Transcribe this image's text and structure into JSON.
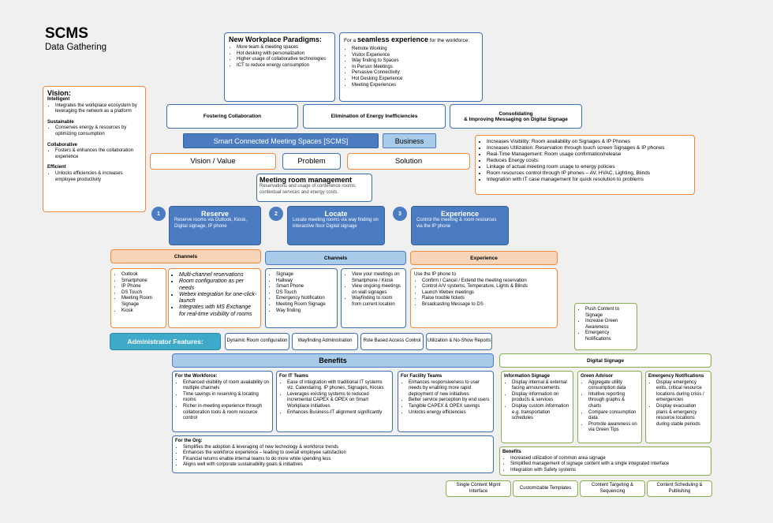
{
  "header": {
    "title": "SCMS",
    "subtitle": "Data Gathering"
  },
  "new_paradigms": {
    "title": "New Workplace Paradigms:",
    "items": [
      "More team & meeting spaces",
      "Hot desking with personalization",
      "Higher usage of collaborative technologies",
      "ICT to reduce energy consumption"
    ]
  },
  "seamless": {
    "prefix": "For a ",
    "emph": "seamless experience",
    "suffix": " for the workforce:",
    "items": [
      "Remote Working",
      "Visitor Experience",
      "Way finding to Spaces",
      "In Person Meetings",
      "Pervasive Connectivity",
      "Hot Desking Experience",
      "Meeting Experiences"
    ]
  },
  "vision": {
    "title": "Vision:",
    "sections": [
      {
        "title": "Intelligent",
        "items": [
          "Integrates the workplace ecosystem by leveraging the network as a platform"
        ]
      },
      {
        "title": "Sustainable",
        "items": [
          "Conserves energy & resources by optimizing consumption"
        ]
      },
      {
        "title": "Collaborative",
        "items": [
          "Fosters & enhances the collaboration experience"
        ]
      },
      {
        "title": "Efficient",
        "items": [
          "Unlocks efficiencies & increases employee productivity"
        ]
      }
    ]
  },
  "goals": {
    "fostering": "Fostering Collaboration",
    "elimination": "Elimination of Energy Inefficiencies",
    "consolidating_1": "Consolidating",
    "consolidating_2": "& Improving Messaging on Digital Signage"
  },
  "scms_bar": "Smart Connected Meeting Spaces [SCMS]",
  "business": "Business",
  "vision_value": "Vision / Value",
  "problem": "Problem",
  "solution": "Solution",
  "business_benefits": [
    "Increases Visibility:  Room availability on Signages & IP Phones",
    "Increases Utilization: Reservation through touch screen Signages & IP phones",
    "Real-Time Management:  Room usage confirmation/release",
    "Reduces Energy costs:",
    "Linkage of actual meeting room usage to energy policies",
    "Room resources control through IP phones – AV, HVAC, Lighting, Blinds",
    "Integration with IT case management for quick resolution to problems"
  ],
  "meeting_mgmt": {
    "title": "Meeting room management",
    "desc": "Reservations and usage of conference rooms, contextual services and energy costs."
  },
  "steps": [
    {
      "num": "1",
      "title": "Reserve",
      "desc": "Reserve rooms via Outlook, Kiosk, Digital signage, IP phone"
    },
    {
      "num": "2",
      "title": "Locate",
      "desc": "Locate meeting rooms via way finding on interactive floor Digital signage"
    },
    {
      "num": "3",
      "title": "Experience",
      "desc": "Control the meeting & room resources via the IP phone"
    }
  ],
  "col_headers": {
    "channels_1": "Channels",
    "channels_2": "Channels",
    "experience": "Experience"
  },
  "reserve_channels": [
    "Outlook",
    "Smartphone",
    "IP Phone",
    "DS Touch",
    "Meeting Room Signage",
    "Kiosk"
  ],
  "reserve_features": [
    "Multi-channel reservations",
    "Room configuration as per needs",
    "Webex integration for one-click-launch",
    "Integrates with MS Exchange for real-time visibility of rooms"
  ],
  "locate_channels": [
    "Signage",
    "Hallway",
    "Smart Phone",
    "DS Touch",
    "Emergency Notification",
    "Meeting Room Signage",
    "Way finding"
  ],
  "locate_features": [
    "View your meetings on Smartphone / Kiosk",
    "View ongoing meetings on wall signages",
    "Wayfinding to room from current location"
  ],
  "experience_box": {
    "intro": "Use the IP phone to",
    "items": [
      "Confirm / Cancel / Extend the meeting reservation",
      "Control A/V systems, Temperature, Lights & Blinds",
      "Launch Webex meetings",
      "Raise trouble tickets",
      "Broadcasting Message to DS"
    ]
  },
  "push_content": [
    "Push Content to Signage",
    "Increase Green Awareness",
    "Emergency Notifications"
  ],
  "admin": {
    "label": "Administrator Features:",
    "features": [
      "Dynamic Room configuration",
      "Wayfinding Administration",
      "Role Based Access Control",
      "Utilization & No-Show Reports"
    ]
  },
  "benefits": {
    "title": "Benefits",
    "workforce": {
      "title": "For the Workforce:",
      "items": [
        "Enhanced visibility of room availability on multiple channels",
        "Time savings in  reserving & locating rooms",
        "Richer in-meeting experience through collaboration tools & room resource control"
      ]
    },
    "it": {
      "title": "For IT Teams",
      "items": [
        "Ease of integration with traditional IT systems viz. Calendaring, IP phones, Signages, Kiosks",
        "Leverages existing systems to reduced incremental CAPEX & OPEX on Smart Workplace initiatives",
        "Enhances Business-IT alignment significantly"
      ]
    },
    "facility": {
      "title": "For Facility Teams",
      "items": [
        "Enhances responsiveness to user needs by enabling more rapid deployment of new initiatives",
        "Better service perception by end users",
        "Tangible CAPEX & OPEX savings",
        "Unlocks energy efficiencies"
      ]
    },
    "org": {
      "title": "For the Org:",
      "items": [
        "Simplifies the adoption & leveraging of new technology & workforce trends",
        "Enhances the workforce experience – leading to overall employee satisfaction",
        "Financial returns enable internal teams to do more while spending less",
        "Aligns well with corporate sustainability goals & initiatives"
      ]
    }
  },
  "digital_signage": {
    "title": "Digital Signage",
    "info": {
      "title": "Information Signage",
      "items": [
        "Display internal & external facing announcements",
        "Display information on products & services",
        "Display custom information e.g. transportation schedules"
      ]
    },
    "green": {
      "title": "Green Advisor",
      "items": [
        "Aggregate utility consumption data",
        "Intuitive reporting through graphs & charts",
        "Compare consumption data",
        "Promote awareness on via Green Tips"
      ]
    },
    "emergency": {
      "title": "Emergency Notifications",
      "items": [
        "Display emergency exits, critical resource locations during crisis / emergencies",
        "Display evacuation plans & emergency resource locations during stable periods"
      ]
    },
    "benefits": {
      "title": "Benefits",
      "items": [
        "Increased utilization of common area signage",
        "Simplified management of signage content with a single integrated interface",
        "Integration with Safety systems"
      ]
    },
    "features": [
      "Single Content Mgmt Interface",
      "Customizable Templates",
      "Content Targeting & Sequencing",
      "Content Scheduling & Publishing"
    ]
  },
  "colors": {
    "blue": "#4B7BC0",
    "light_blue": "#A9CBEA",
    "orange": "#ED8B3C",
    "peach": "#F8D5B8",
    "green": "#86B04A",
    "teal": "#3FA9C9"
  }
}
